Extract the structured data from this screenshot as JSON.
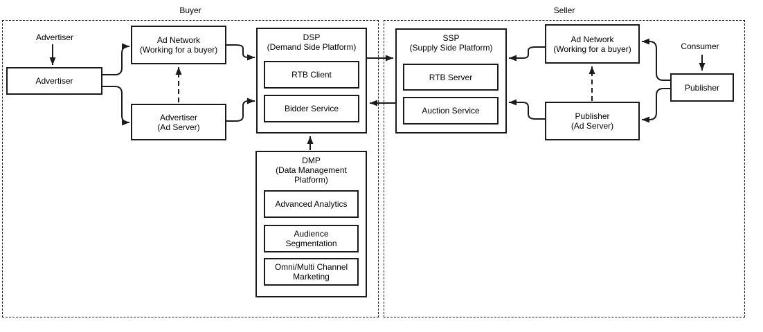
{
  "regions": {
    "buyer": {
      "label": "Buyer"
    },
    "seller": {
      "label": "Seller"
    }
  },
  "nodes": {
    "advertiser_actor": {
      "label": "Advertiser"
    },
    "advertiser": {
      "label": "Advertiser"
    },
    "ad_network_buyer": {
      "label": "Ad Network\n(Working for a buyer)"
    },
    "advertiser_ad_server": {
      "label": "Advertiser\n(Ad Server)"
    },
    "dsp": {
      "title": "DSP\n(Demand Side Platform)",
      "rtb_client": "RTB Client",
      "bidder_service": "Bidder Service"
    },
    "dmp": {
      "title": "DMP\n(Data Management\nPlatform)",
      "advanced_analytics": "Advanced Analytics",
      "audience_segmentation": "Audience\nSegmentation",
      "omni_multi_channel_marketing": "Omni/Multi Channel\nMarketing"
    },
    "ssp": {
      "title": "SSP\n(Supply Side Platform)",
      "rtb_server": "RTB Server",
      "auction_service": "Auction Service"
    },
    "ad_network_seller": {
      "label": "Ad Network\n(Working for a buyer)"
    },
    "publisher_ad_server": {
      "label": "Publisher\n(Ad Server)"
    },
    "publisher": {
      "label": "Publisher"
    },
    "consumer_actor": {
      "label": "Consumer"
    }
  },
  "connections": [
    {
      "from": "advertiser-actor",
      "to": "advertiser",
      "style": "solid"
    },
    {
      "from": "advertiser",
      "to": "ad-network-buyer",
      "style": "solid"
    },
    {
      "from": "advertiser",
      "to": "advertiser-ad-server",
      "style": "solid"
    },
    {
      "from": "advertiser-ad-server",
      "to": "ad-network-buyer",
      "style": "dashed"
    },
    {
      "from": "ad-network-buyer",
      "to": "dsp",
      "style": "solid"
    },
    {
      "from": "advertiser-ad-server",
      "to": "dsp",
      "style": "solid"
    },
    {
      "from": "dsp",
      "to": "ssp",
      "style": "solid"
    },
    {
      "from": "ssp",
      "to": "dsp-bidder-service",
      "style": "solid"
    },
    {
      "from": "dmp",
      "to": "dsp",
      "style": "solid"
    },
    {
      "from": "ad-network-seller",
      "to": "ssp",
      "style": "solid"
    },
    {
      "from": "publisher-ad-server",
      "to": "ssp-auction-service",
      "style": "solid"
    },
    {
      "from": "publisher-ad-server",
      "to": "ad-network-seller",
      "style": "dashed"
    },
    {
      "from": "publisher",
      "to": "ad-network-seller",
      "style": "solid"
    },
    {
      "from": "publisher",
      "to": "publisher-ad-server",
      "style": "solid"
    },
    {
      "from": "consumer-actor",
      "to": "publisher",
      "style": "solid"
    }
  ],
  "colors": {
    "stroke": "#1a1a1a",
    "background": "#ffffff"
  }
}
